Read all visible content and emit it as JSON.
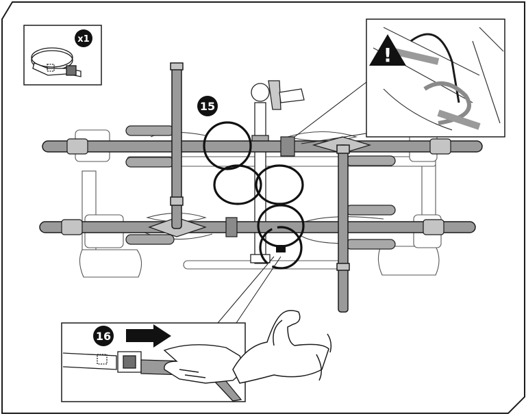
{
  "figure": {
    "quantity_badge": "x1",
    "step_a": "15",
    "step_b": "16",
    "warning_mark": "!",
    "icons": [
      "strap-icon",
      "warning-icon",
      "arrow-right-icon",
      "hand-icon",
      "arm-flex-icon"
    ]
  },
  "colors": {
    "line": "#1a1a1a",
    "gray_fill": "#8e8e8e",
    "light_gray": "#c9c9c9",
    "badge": "#111111"
  }
}
